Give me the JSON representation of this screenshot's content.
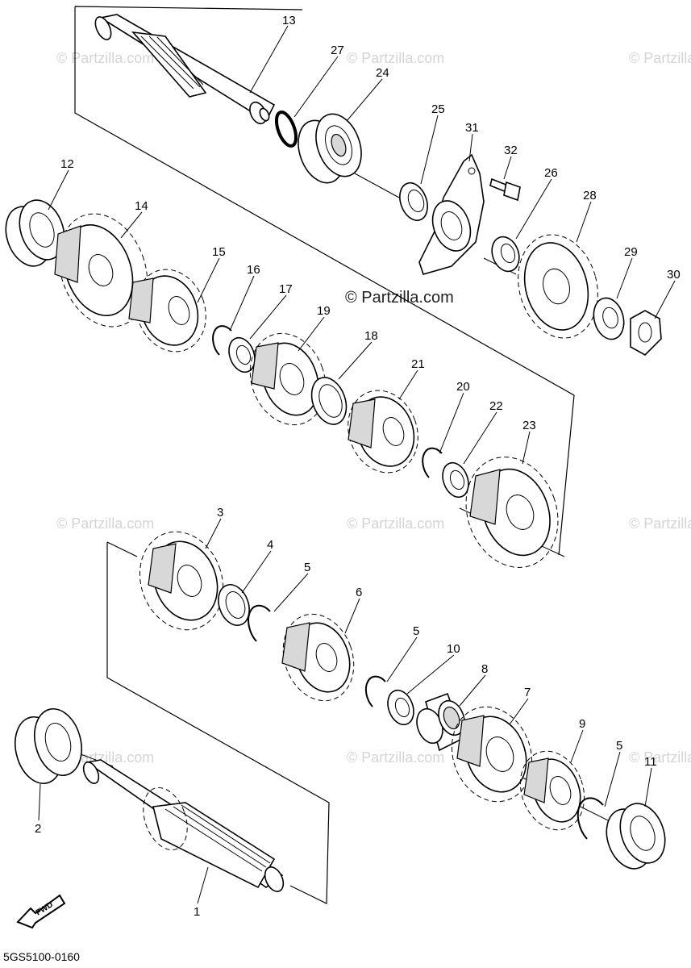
{
  "diagram_code": "5GS5100-0160",
  "fwd_label": "FWD",
  "watermark": {
    "small": "© Partzilla.com",
    "center": "© Partzilla.com"
  },
  "callouts": [
    "13",
    "27",
    "24",
    "25",
    "31",
    "32",
    "26",
    "28",
    "12",
    "14",
    "15",
    "16",
    "17",
    "19",
    "29",
    "30",
    "18",
    "21",
    "20",
    "22",
    "23",
    "3",
    "4",
    "5",
    "6",
    "5",
    "10",
    "8",
    "7",
    "9",
    "5",
    "11",
    "2",
    "1"
  ]
}
